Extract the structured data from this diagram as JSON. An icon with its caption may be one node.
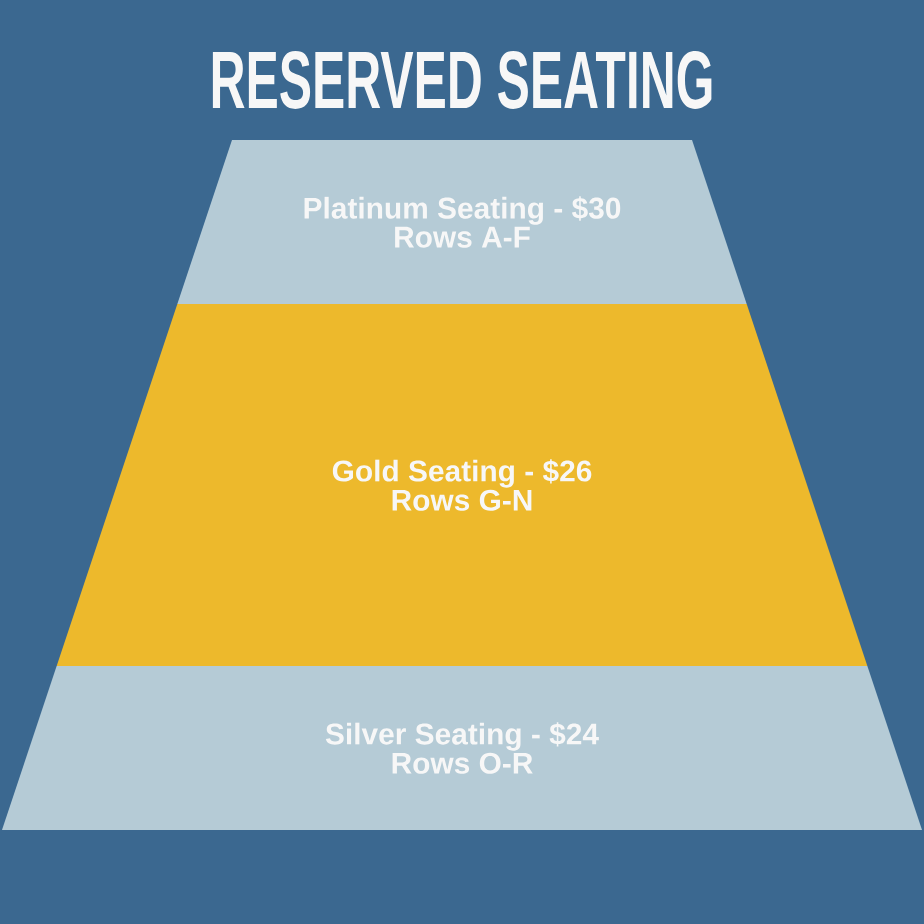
{
  "diagram": {
    "title": "RESERVED SEATING",
    "nodes": [
      {
        "text": [
          "Platinum Seating - $30",
          "Rows A-F"
        ]
      },
      {
        "text": [
          "Gold Seating - $26",
          "Rows G-N"
        ]
      },
      {
        "text": [
          "Silver Seating - $24",
          "Rows O-R"
        ]
      }
    ]
  }
}
